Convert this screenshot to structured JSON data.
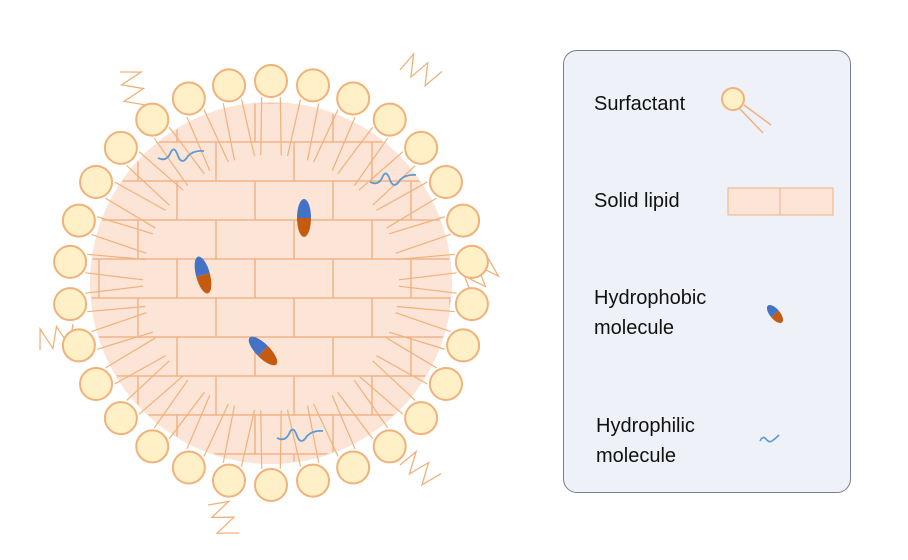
{
  "legend": {
    "surfactant": "Surfactant",
    "solid_lipid": "Solid lipid",
    "hydrophobic": "Hydrophobic molecule",
    "hydrophilic": "Hydrophilic molecule"
  },
  "colors": {
    "surfactant_head_fill": "#fff0c8",
    "surfactant_stroke": "#f0b27a",
    "lipid_fill": "#fce4d6",
    "lipid_stroke": "#f0b080",
    "hydrophobic_blue": "#4472c4",
    "hydrophobic_orange": "#c55a11",
    "hydrophilic": "#5b9bd5",
    "legend_bg": "#eef1f7"
  }
}
